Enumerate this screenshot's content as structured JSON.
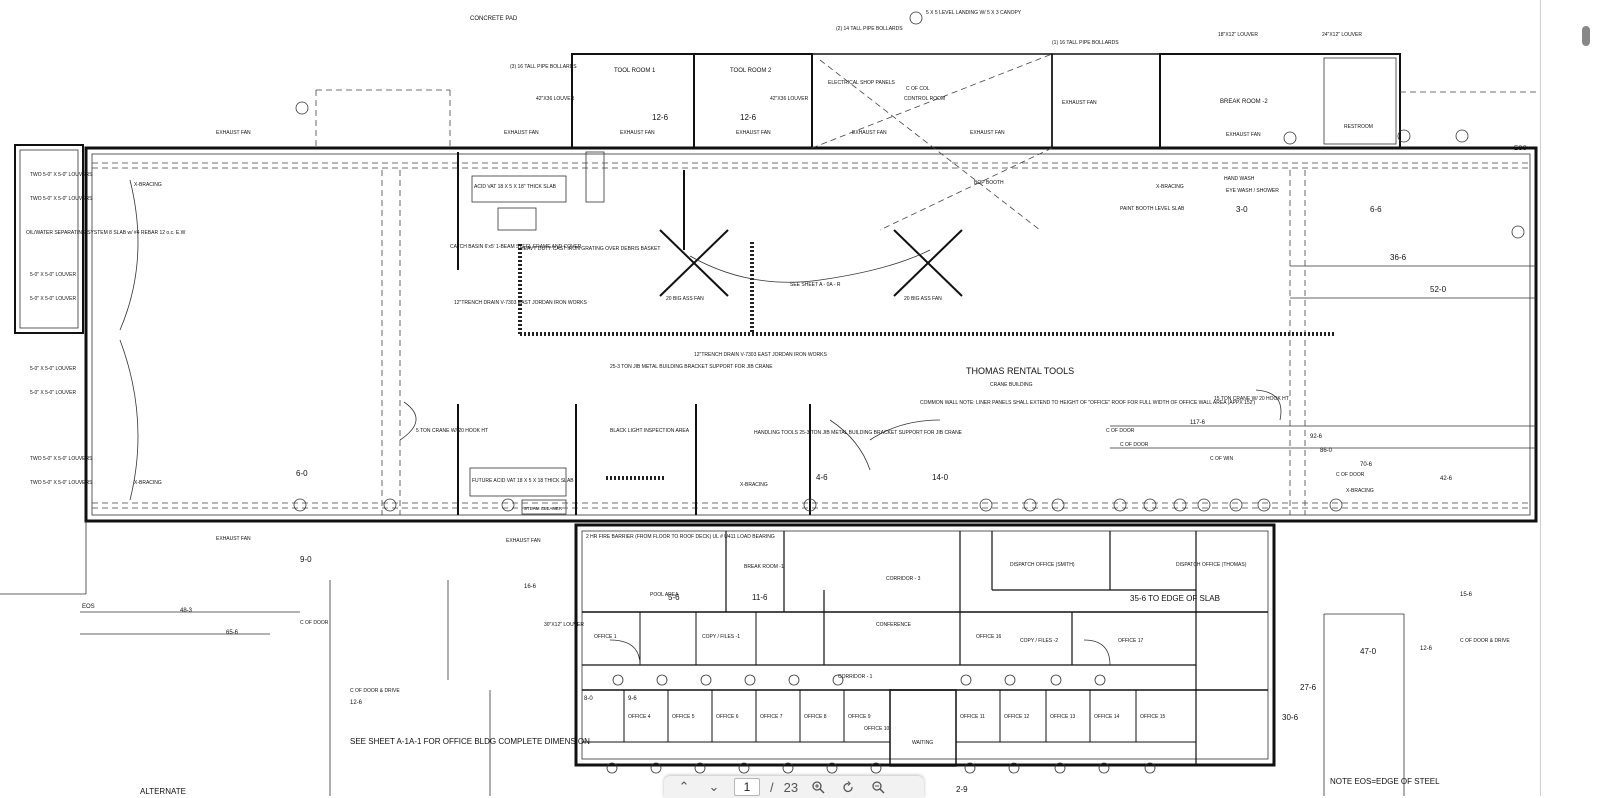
{
  "drawing": {
    "project_title": "THOMAS RENTAL TOOLS",
    "building_name": "CRANE BUILDING",
    "top_labels": [
      "CONCRETE PAD",
      "(3) 16 TALL PIPE BOLLARDS",
      "(2) 14 TALL PIPE BOLLARDS",
      "5 X 5 LEVEL LANDING W/ 5 X 3 CANOPY",
      "(1) 16 TALL PIPE BOLLARDS"
    ],
    "rooms": {
      "tool_room_1": "TOOL ROOM 1",
      "tool_room_2": "TOOL ROOM 2",
      "control_room": "CONTROL ROOM",
      "break_room": "BREAK ROOM -2",
      "restroom": "RESTROOM",
      "dispatch_smith": "DISPATCH OFFICE (SMITH)",
      "dispatch_thomas": "DISPATCH OFFICE (THOMAS)",
      "conference": "CONFERENCE",
      "corridor_1": "CORRIDOR - 1",
      "corridor_3": "CORRIDOR - 3",
      "waiting": "WAITING",
      "office_1": "OFFICE 1",
      "office_16": "OFFICE 16",
      "office_17": "OFFICE 17",
      "pool_area": "POOL AREA",
      "copy_files_1": "COPY / FILES -1",
      "copy_files_2": "COPY / FILES -2",
      "break_room_1": "BREAK ROOM -1"
    },
    "office_row": [
      "OFFICE 4",
      "OFFICE 5",
      "OFFICE 6",
      "OFFICE 7",
      "OFFICE 8",
      "OFFICE 9",
      "OFFICE 10",
      "OFFICE 11",
      "OFFICE 12",
      "OFFICE 13",
      "OFFICE 14",
      "OFFICE 15"
    ],
    "callouts": {
      "electrical_panels": "ELECTRICAL SHOP PANELS",
      "exhaust_fan": "EXHAUST FAN",
      "acid_vat": "ACID VAT 18 X 5 X 18\" THICK SLAB",
      "future_acid_vat": "FUTURE ACID VAT 18 X 5 X 18 THICK SLAB",
      "steam_cleaner": "STEAM CLEANER",
      "catch_basin": "CATCH BASIN 6'x5' 1-BEAM STEEL FRAME AND COVER",
      "heavy_duty": "HEAVY DUTY CAST IRON GRATING OVER DEBRIS BASKET",
      "trench_drain_1": "12\"TRENCH DRAIN V-7303 EAST JORDAN IRON WORKS",
      "trench_drain_2": "12\"TRENCH DRAIN V-7303 EAST JORDAN IRON WORKS",
      "crane_25": "25-3 TON JIB METAL BUILDING BRACKET SUPPORT FOR JIB CRANE",
      "big_fan_1": "20 BIG ASS FAN",
      "big_fan_2": "20 BIG ASS FAN",
      "see_sheet": "SEE SHEET A - 0A - R",
      "bop_booth": "BOP BOOTH",
      "paint_booth": "PAINT BOOTH LEVEL SLAB",
      "hand_wash": "HAND WASH",
      "eye_wash": "EYE WASH / SHOWER",
      "x_bracing": "X-BRACING",
      "crane_5": "5 TON CRANE W/ 20 HOOK HT",
      "crane_15": "15 TON CRANE W/ 20 HOOK HT",
      "oil_water": "OIL/WATER SEPARATING SYSTEM 8 SLAB w/ #4 REBAR 12 o.c. E.W",
      "black_light": "BLACK LIGHT INSPECTION AREA",
      "handling_tools": "HANDLING TOOLS 25-3 TON JIB METAL BUILDING BRACKET SUPPORT FOR JIB CRANE",
      "common_wall": "COMMON WALL NOTE: LINER PANELS SHALL EXTEND TO HEIGHT OF \"OFFICE\" ROOF FOR FULL WIDTH OF OFFICE WALL AREA (APPX 152')",
      "two_hr_barrier": "2 HR FIRE BARRIER (FROM FLOOR TO ROOF DECK) UL # U411 LOAD BEARING",
      "see_sheet_office": "SEE SHEET A-1A-1 FOR OFFICE BLDG COMPLETE DIMENSION",
      "alternate": "ALTERNATE",
      "note_eos": "NOTE EOS=EDGE OF STEEL",
      "edge_of_slab": "35-6 TO EDGE OF SLAB",
      "eos": "EOS"
    },
    "dimensions": [
      "12-6",
      "12-6",
      "6-6",
      "36-6",
      "52-0",
      "117-6",
      "92-6",
      "86-0",
      "70-6",
      "42-6",
      "16-6",
      "48-3",
      "65-6",
      "12-6",
      "11-6",
      "5-6",
      "15-6",
      "12-6",
      "47-0",
      "27-6",
      "30-6",
      "9-0",
      "6-0",
      "4-6",
      "14-0",
      "3-0",
      "8-0",
      "9-6",
      "2-9"
    ],
    "louver_labels": [
      "TWO 5-0\" X 5-0\" LOUVERS",
      "TWO 5-0\" X 5-0\" LOUVERS",
      "5-0\" X 5-0\" LOUVER",
      "5-0\" X 5-0\" LOUVER",
      "5-0\" X 5-0\" LOUVER",
      "5-0\" X 5-0\" LOUVER",
      "TWO 5-0\" X 5-0\" LOUVERS",
      "TWO 5-0\" X 5-0\" LOUVERS",
      "42\"X36 LOUVER",
      "42\"X36 LOUVER",
      "18\"X12\" LOUVER",
      "24\"X12\" LOUVER",
      "30\"X12\" LOUVER"
    ],
    "door_labels": [
      "C OF DOOR",
      "C OF DOOR",
      "C OF DOOR",
      "C OF WIN",
      "C OF DOOR",
      "C OF COL",
      "C OF DOOR & DRIVE",
      "C OF DOOR & DRIVE"
    ]
  },
  "toolbar": {
    "prev_icon": "chevron-up-icon",
    "next_icon": "chevron-down-icon",
    "page_current": "1",
    "page_separator": "/",
    "page_total": "23",
    "zoom_in_icon": "zoom-in-icon",
    "rotate_icon": "rotate-icon",
    "zoom_out_icon": "zoom-out-icon"
  },
  "colors": {
    "ink": "#111111",
    "paper": "#ffffff",
    "toolbar_bg": "#f2f2f2"
  }
}
